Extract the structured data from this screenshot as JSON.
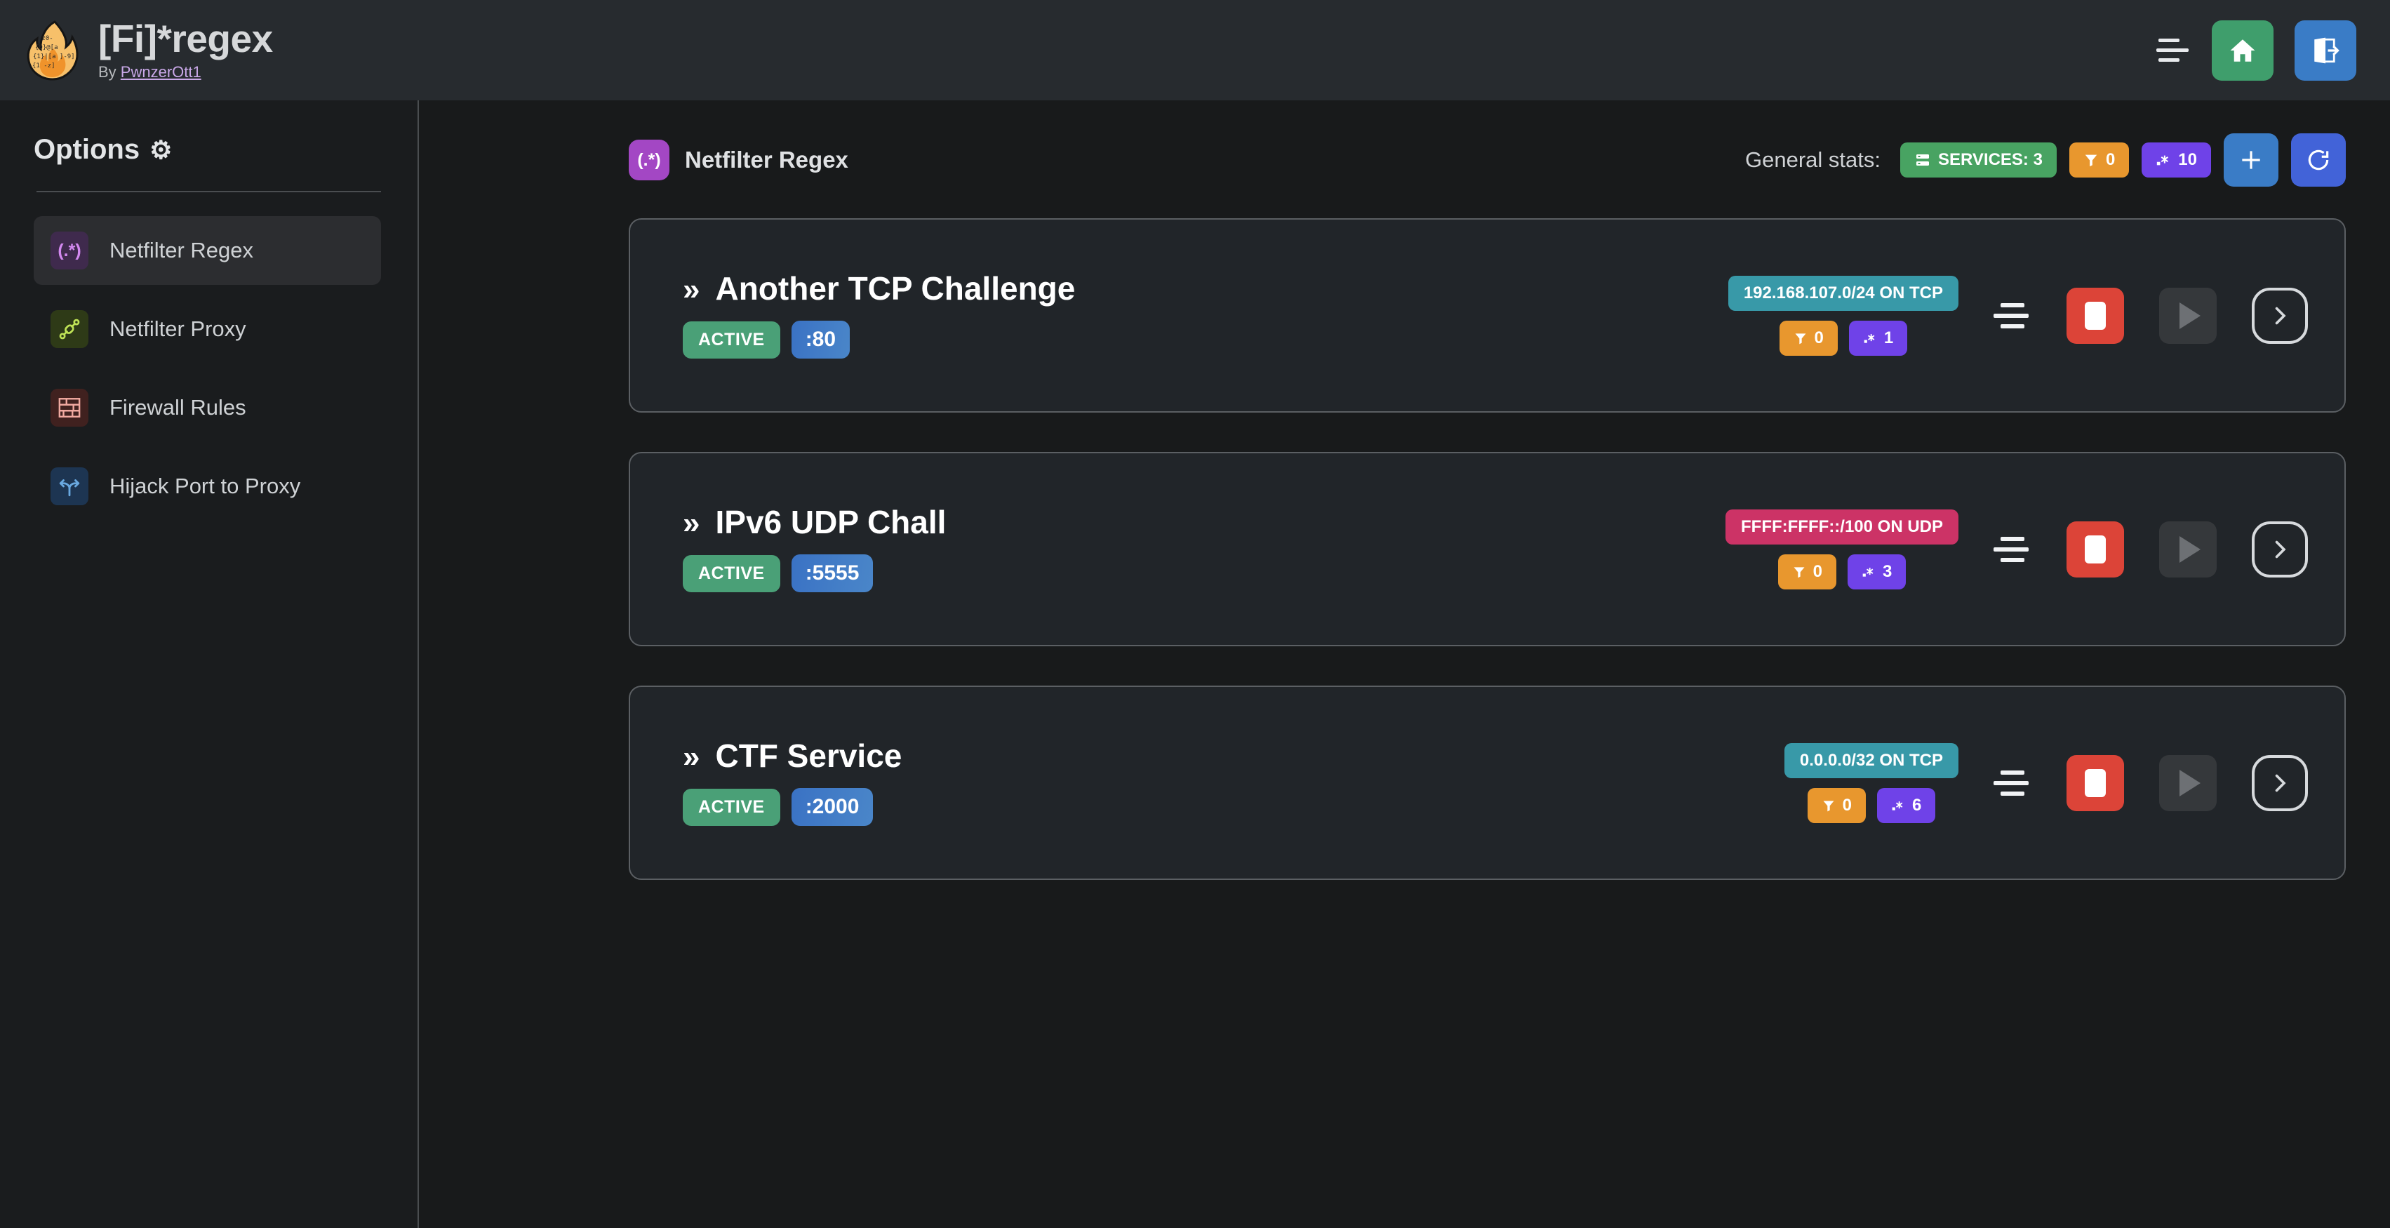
{
  "header": {
    "title": "[Fi]*regex",
    "by_prefix": "By ",
    "author": "PwnzerOtt1",
    "logo_icon": "flame-regex-logo",
    "menu_icon": "hamburger-menu-icon",
    "home_icon": "home-icon",
    "logout_icon": "logout-icon"
  },
  "sidebar": {
    "title": "Options",
    "gear": "⚙",
    "items": [
      {
        "label": "Netfilter Regex",
        "icon": "regex-icon",
        "glyph": "(.*)",
        "active": true
      },
      {
        "label": "Netfilter Proxy",
        "icon": "plug-icon",
        "glyph": "",
        "active": false
      },
      {
        "label": "Firewall Rules",
        "icon": "brick-wall-icon",
        "glyph": "",
        "active": false
      },
      {
        "label": "Hijack Port to Proxy",
        "icon": "fork-arrow-icon",
        "glyph": "",
        "active": false
      }
    ]
  },
  "main": {
    "page_title": "Netfilter Regex",
    "page_title_glyph": "(.*)",
    "stats_label": "General stats:",
    "stats": {
      "services_label": "SERVICES: 3",
      "services_icon": "server-icon",
      "filter_count": "0",
      "filter_icon": "filter-icon",
      "regex_count": "10",
      "regex_icon": "regex-star-icon"
    },
    "add_button_icon": "plus-icon",
    "refresh_button_icon": "refresh-icon"
  },
  "services": [
    {
      "name": "Another TCP Challenge",
      "chevron": "»",
      "status": "ACTIVE",
      "port": ":80",
      "network": "192.168.107.0/24 ON TCP",
      "network_kind": "tcp",
      "filter_count": "0",
      "regex_count": "1",
      "drag_icon": "drag-handle-icon",
      "stop_icon": "stop-icon",
      "play_icon": "play-icon",
      "expand_icon": "chevron-right-icon"
    },
    {
      "name": "IPv6 UDP Chall",
      "chevron": "»",
      "status": "ACTIVE",
      "port": ":5555",
      "network": "FFFF:FFFF::/100 ON UDP",
      "network_kind": "udp",
      "filter_count": "0",
      "regex_count": "3",
      "drag_icon": "drag-handle-icon",
      "stop_icon": "stop-icon",
      "play_icon": "play-icon",
      "expand_icon": "chevron-right-icon"
    },
    {
      "name": "CTF Service",
      "chevron": "»",
      "status": "ACTIVE",
      "port": ":2000",
      "network": "0.0.0.0/32 ON TCP",
      "network_kind": "tcp",
      "filter_count": "0",
      "regex_count": "6",
      "drag_icon": "drag-handle-icon",
      "stop_icon": "stop-icon",
      "play_icon": "play-icon",
      "expand_icon": "chevron-right-icon"
    }
  ],
  "colors": {
    "background": "#181a1b",
    "topbar": "#272b2f",
    "card": "#212529",
    "card_border": "#5b5f63",
    "green": "#48a362",
    "orange": "#e8972e",
    "purple": "#6f42e8",
    "teal": "#3899a8",
    "crimson": "#cc3366",
    "red": "#dc4438",
    "blue": "#3a7cc6"
  }
}
